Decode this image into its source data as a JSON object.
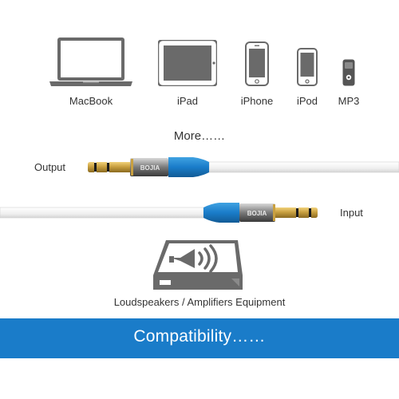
{
  "devices": [
    {
      "name": "macbook",
      "label": "MacBook",
      "icon": "laptop-icon"
    },
    {
      "name": "ipad",
      "label": "iPad",
      "icon": "tablet-icon"
    },
    {
      "name": "iphone",
      "label": "iPhone",
      "icon": "phone-icon"
    },
    {
      "name": "ipod",
      "label": "iPod",
      "icon": "music-player-icon"
    },
    {
      "name": "mp3",
      "label": "MP3",
      "icon": "mp3-player-icon"
    }
  ],
  "more_label": "More……",
  "cable": {
    "output_label": "Output",
    "input_label": "Input",
    "brand": "BOJIA",
    "accent_color": "#1a7cc9",
    "gold_color": "#c9a040"
  },
  "equipment": {
    "label": "Loudspeakers / Amplifiers Equipment",
    "icon": "speaker-equipment-icon"
  },
  "banner": {
    "text": "Compatibility……",
    "color": "#1a7cc9"
  },
  "colors": {
    "icon_gray": "#6a6a6a",
    "background": "#ffffff"
  }
}
